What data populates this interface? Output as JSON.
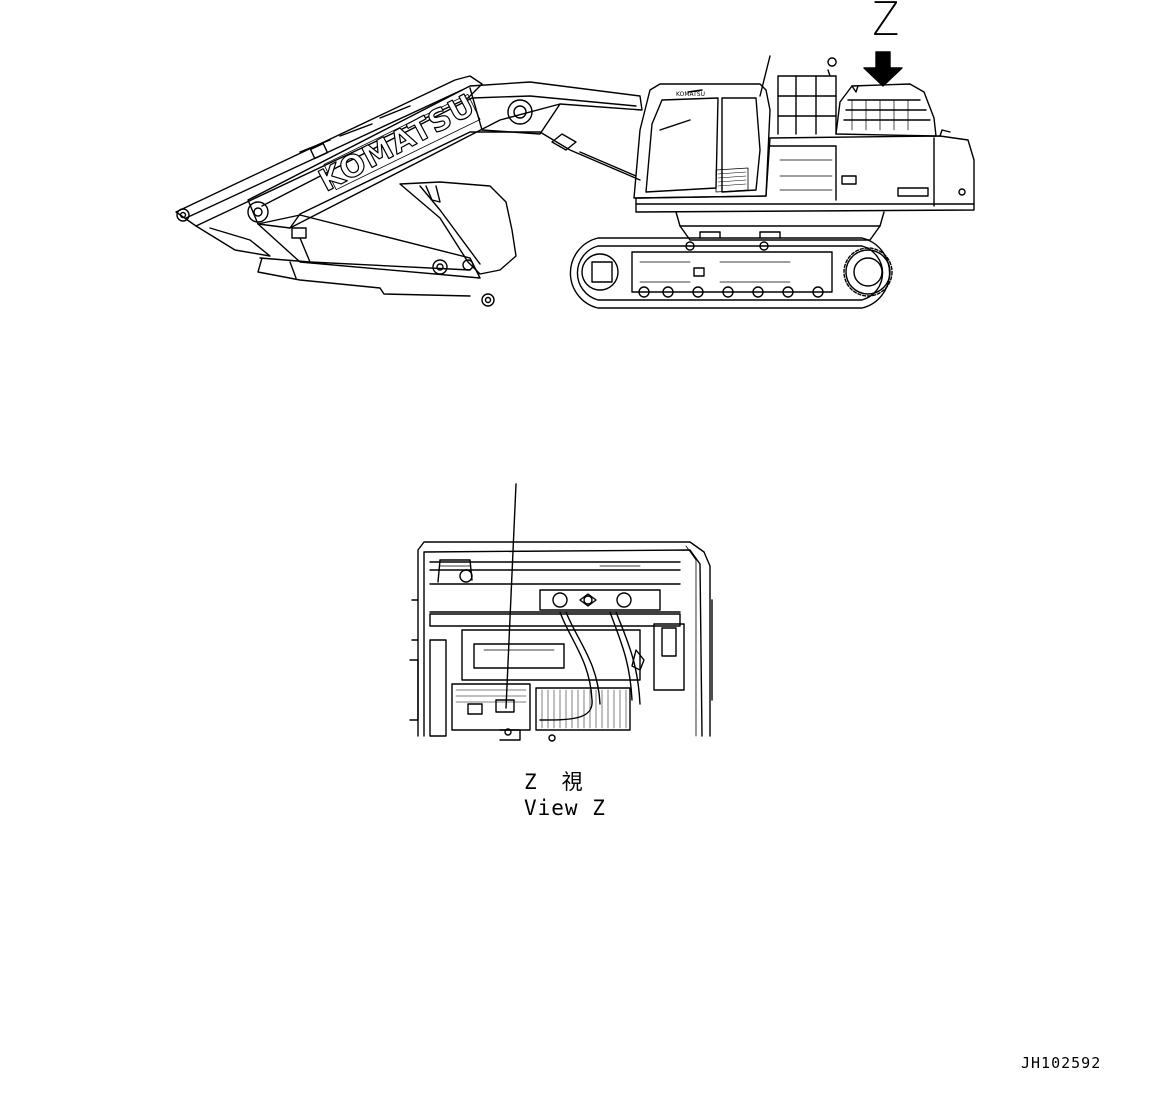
{
  "labels": {
    "view_letter": "Z",
    "caption_jp": "Z　視",
    "caption_en": "View Z",
    "drawing_code": "JH102592",
    "boom_brand": "KOMATSU"
  }
}
